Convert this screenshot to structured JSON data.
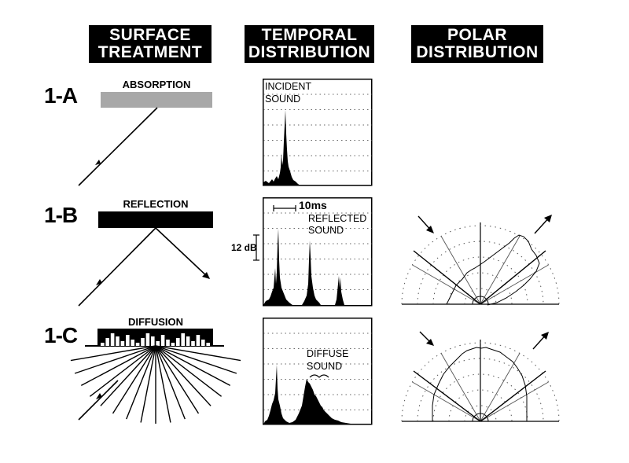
{
  "headers": {
    "surface_line1": "SURFACE",
    "surface_line2": "TREATMENT",
    "temporal_line1": "TEMPORAL",
    "temporal_line2": "DISTRIBUTION",
    "polar_line1": "POLAR",
    "polar_line2": "DISTRIBUTION"
  },
  "rows": [
    {
      "label": "1-A",
      "treatment": "ABSORPTION",
      "temporal_line1": "INCIDENT",
      "temporal_line2": "SOUND"
    },
    {
      "label": "1-B",
      "treatment": "REFLECTION",
      "temporal_line1": "REFLECTED",
      "temporal_line2": "SOUND",
      "time_scale": "10ms",
      "level_scale": "12 dB"
    },
    {
      "label": "1-C",
      "treatment": "DIFFUSION",
      "temporal_line1": "DIFFUSE",
      "temporal_line2": "SOUND"
    }
  ],
  "colors": {
    "ink": "#000000",
    "absorber": "#a8a8a8",
    "grid": "#666666"
  }
}
